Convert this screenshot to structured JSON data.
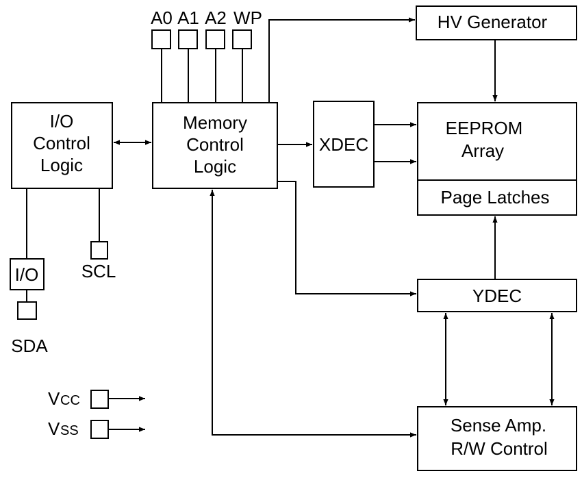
{
  "blocks": {
    "io_control": [
      "I/O",
      "Control",
      "Logic"
    ],
    "memory_control": [
      "Memory",
      "Control",
      "Logic"
    ],
    "xdec": "XDEC",
    "hv_generator": "HV Generator",
    "eeprom_array": [
      "EEPROM",
      "Array"
    ],
    "page_latches": "Page Latches",
    "ydec": "YDEC",
    "sense_amp": [
      "Sense Amp.",
      "R/W Control"
    ],
    "io_buffer": "I/O"
  },
  "pins": {
    "a0": "A0",
    "a1": "A1",
    "a2": "A2",
    "wp": "WP",
    "scl": "SCL",
    "sda": "SDA",
    "vcc": {
      "main": "V",
      "sub": "CC"
    },
    "vss": {
      "main": "V",
      "sub": "SS"
    }
  },
  "colors": {
    "line": "#000000",
    "fill": "#ffffff"
  }
}
